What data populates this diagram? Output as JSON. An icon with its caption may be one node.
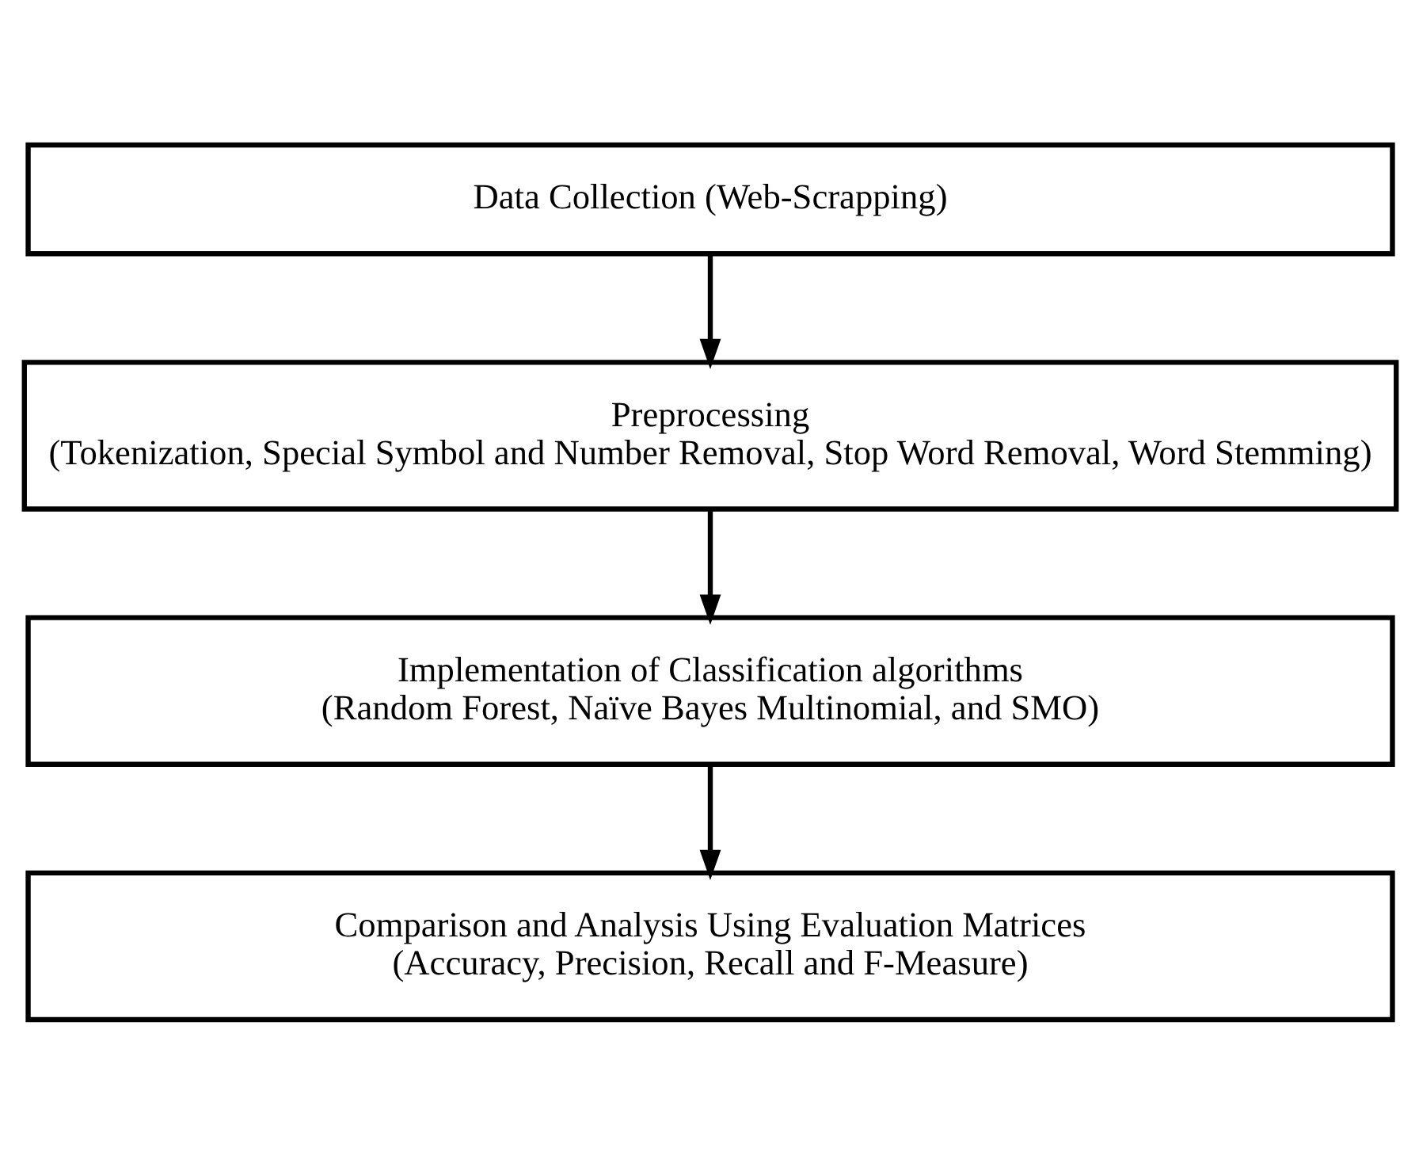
{
  "diagram": {
    "nodes": [
      {
        "text": [
          "Data Collection (Web-Scrapping)"
        ]
      },
      {
        "text": [
          "Preprocessing",
          "(Tokenization, Special Symbol and Number Removal, Stop Word Removal, Word Stemming)"
        ]
      },
      {
        "text": [
          "Implementation of Classification algorithms",
          "(Random Forest, Naïve Bayes Multinomial, and SMO)"
        ]
      },
      {
        "text": [
          "Comparison and Analysis Using Evaluation Matrices",
          "(Accuracy, Precision, Recall and F-Measure)"
        ]
      }
    ],
    "edges": [
      {
        "from": 0,
        "to": 1,
        "arrow": "to"
      },
      {
        "from": 1,
        "to": 2,
        "arrow": "to"
      },
      {
        "from": 2,
        "to": 3,
        "arrow": "to"
      }
    ]
  }
}
